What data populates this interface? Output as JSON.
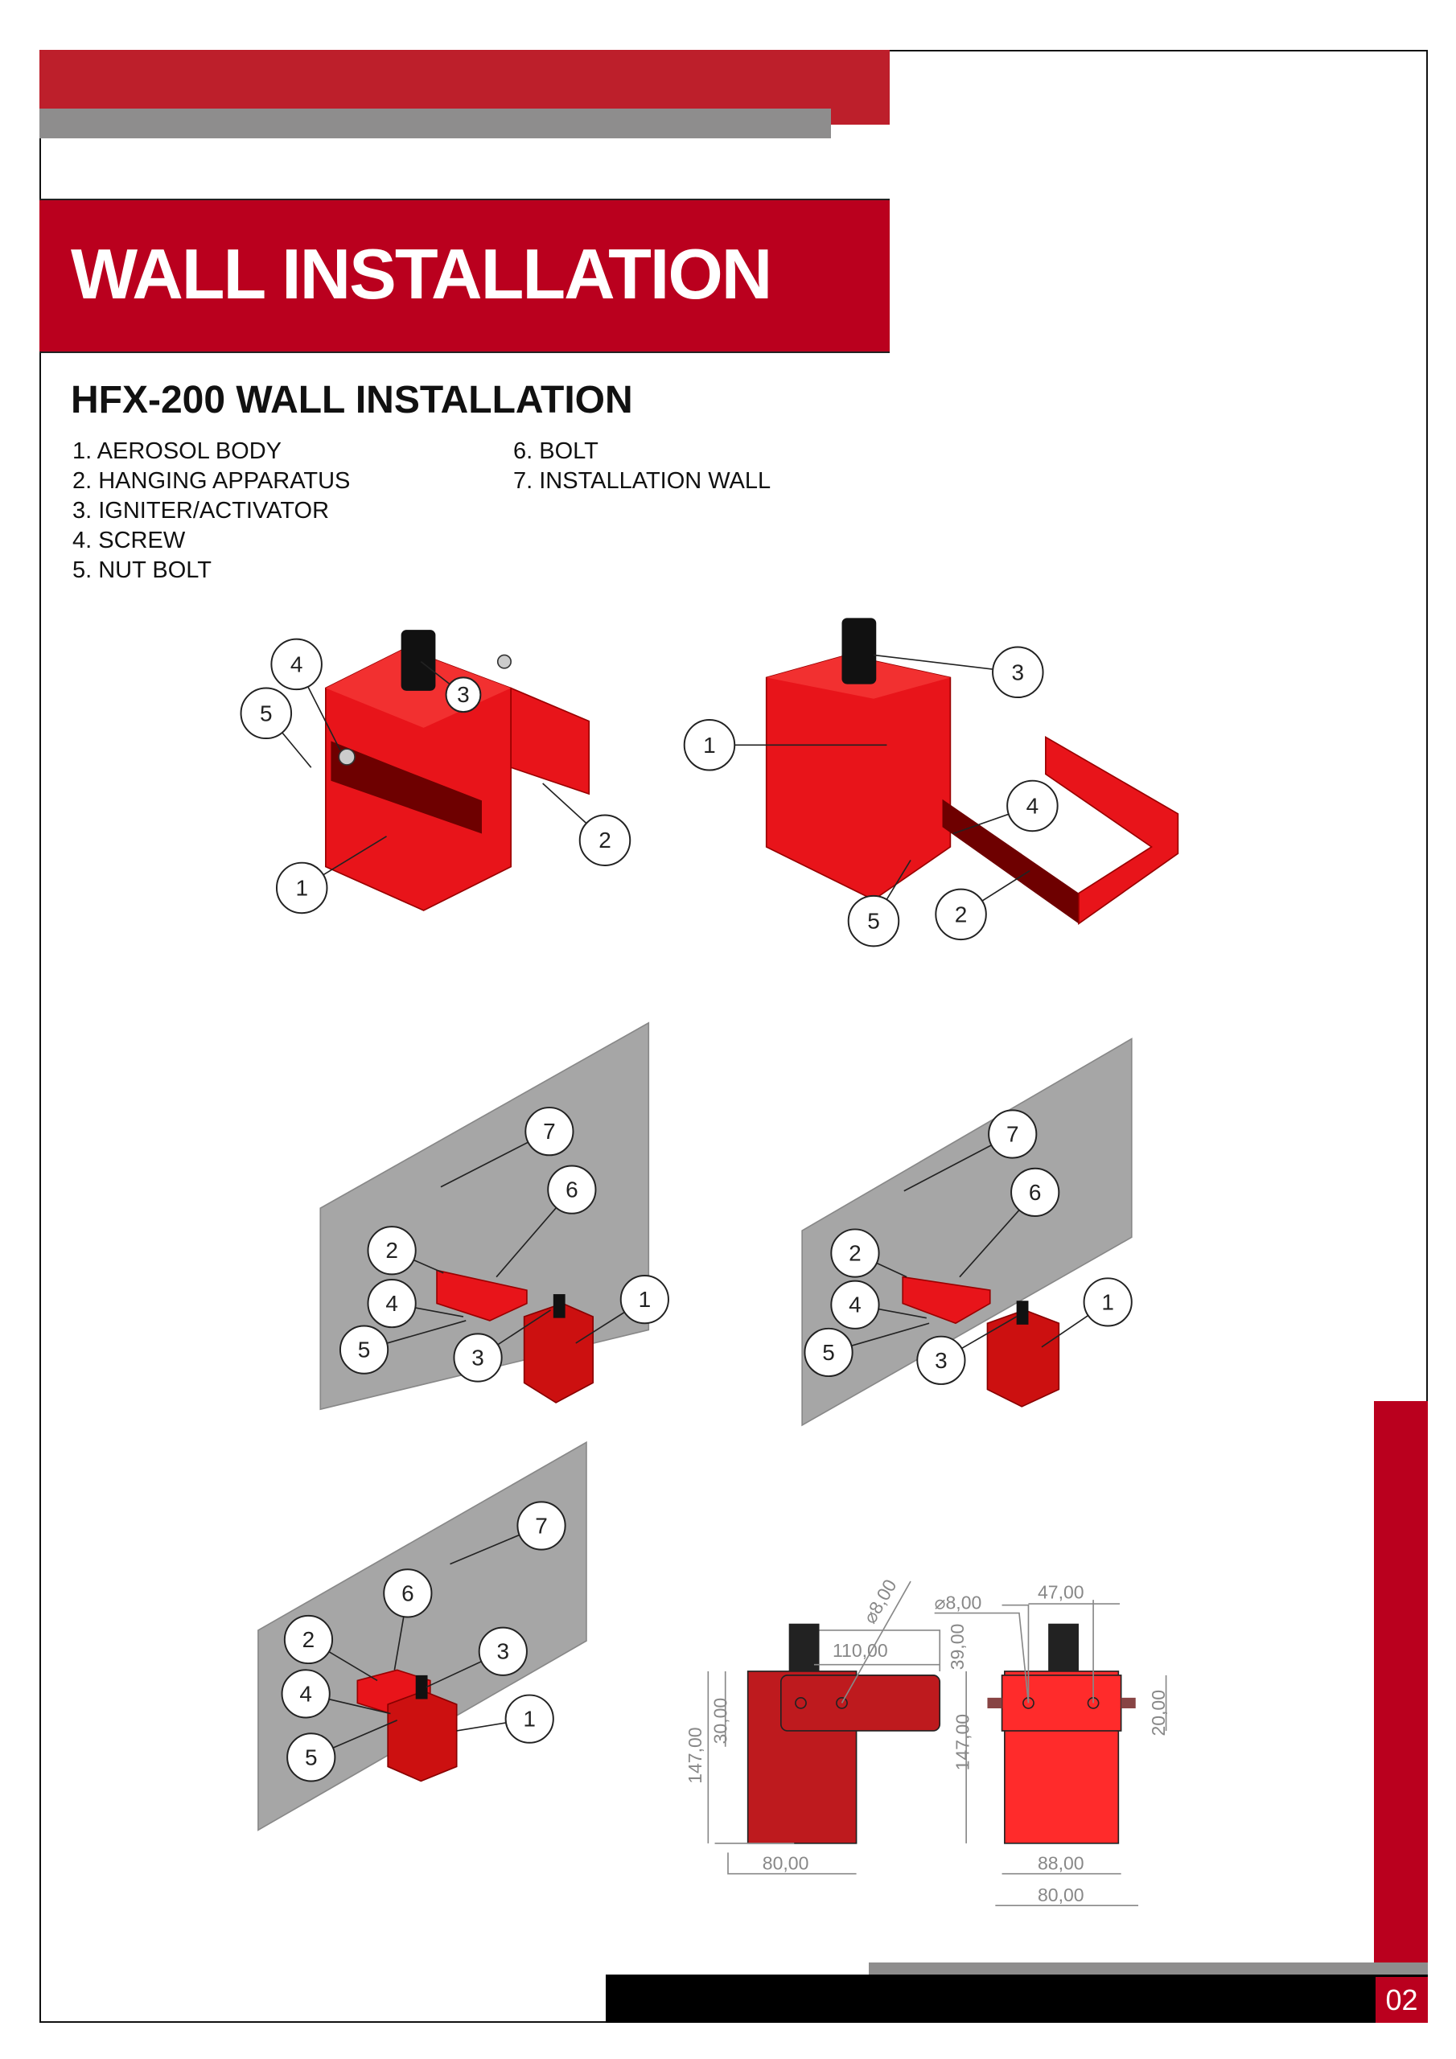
{
  "header": {
    "title": "WALL INSTALLATION",
    "subtitle": "HFX-200 WALL INSTALLATION"
  },
  "parts_list": {
    "left": [
      "1. AEROSOL BODY",
      "2. HANGING APPARATUS",
      "3. IGNITER/ACTIVATOR",
      "4. SCREW",
      "5. NUT BOLT"
    ],
    "right": [
      "6. BOLT",
      "7. INSTALLATION WALL"
    ]
  },
  "figures": {
    "fig1": [
      "4",
      "5",
      "3",
      "2",
      "1"
    ],
    "fig2": [
      "3",
      "1",
      "4",
      "5",
      "2"
    ],
    "fig3": [
      "7",
      "6",
      "2",
      "4",
      "5",
      "3",
      "1"
    ],
    "fig4": [
      "7",
      "6",
      "2",
      "4",
      "5",
      "3",
      "1"
    ],
    "fig5": [
      "7",
      "6",
      "3",
      "2",
      "4",
      "5",
      "1"
    ]
  },
  "dimensions": {
    "side": {
      "diameter": "⌀8,00",
      "length": "110,00",
      "height_top": "39,00",
      "bracket": "30,00",
      "height": "147,00",
      "width": "80,00"
    },
    "front": {
      "diameter": "⌀8,00",
      "hole_spacing": "47,00",
      "bracket": "20,00",
      "height": "147,00",
      "width_outer": "88,00",
      "width": "80,00"
    }
  },
  "page_number": "02",
  "colors": {
    "brand_red": "#BA001E",
    "bar_red": "#BD1F2B",
    "gray": "#8E8D8D",
    "product_red": "#E8141A"
  }
}
